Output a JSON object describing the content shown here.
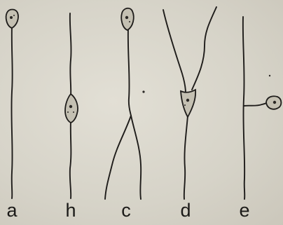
{
  "figure": {
    "labels": {
      "a": "a",
      "b": "h",
      "c": "c",
      "d": "d",
      "e": "e"
    }
  }
}
